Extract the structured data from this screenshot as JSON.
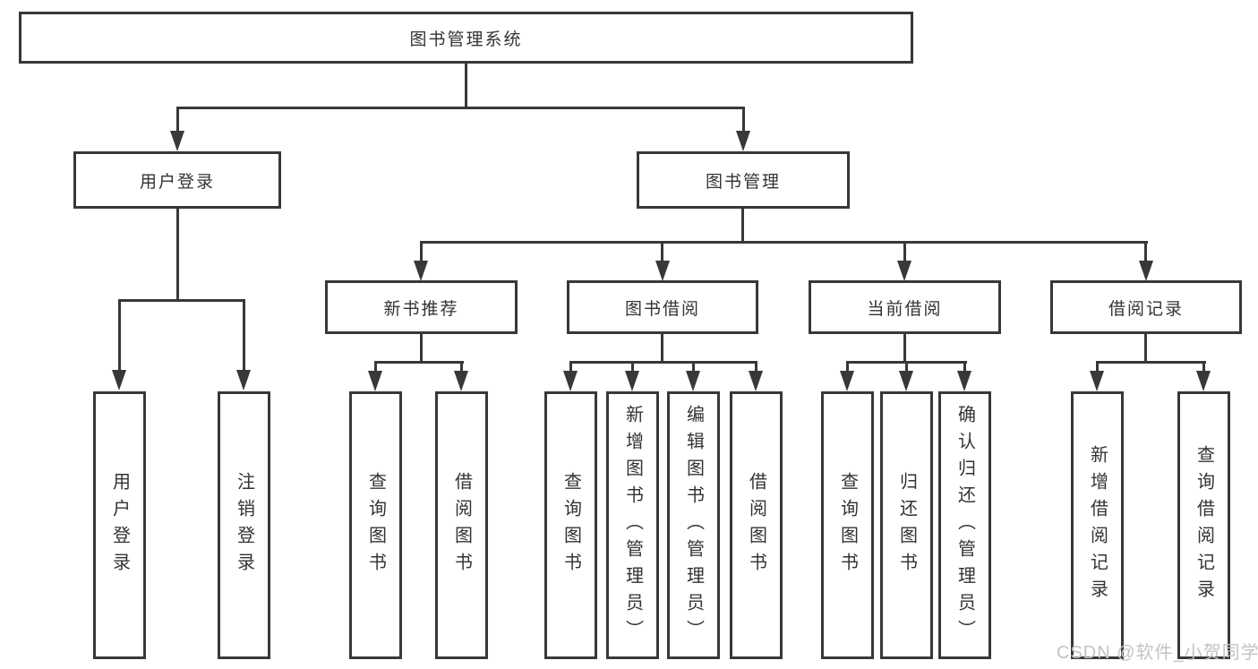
{
  "tree": {
    "root": {
      "label": "图书管理系统",
      "children": [
        {
          "label": "用户登录",
          "children": [
            {
              "label": "用户登录"
            },
            {
              "label": "注销登录"
            }
          ]
        },
        {
          "label": "图书管理",
          "children": [
            {
              "label": "新书推荐",
              "children": [
                {
                  "label": "查询图书"
                },
                {
                  "label": "借阅图书"
                }
              ]
            },
            {
              "label": "图书借阅",
              "children": [
                {
                  "label": "查询图书"
                },
                {
                  "label": "新增图书（管理员）"
                },
                {
                  "label": "编辑图书（管理员）"
                },
                {
                  "label": "借阅图书"
                }
              ]
            },
            {
              "label": "当前借阅",
              "children": [
                {
                  "label": "查询图书"
                },
                {
                  "label": "归还图书"
                },
                {
                  "label": "确认归还（管理员）"
                }
              ]
            },
            {
              "label": "借阅记录",
              "children": [
                {
                  "label": "新增借阅记录"
                },
                {
                  "label": "查询借阅记录"
                }
              ]
            }
          ]
        }
      ]
    }
  },
  "watermark": "CSDN @软件_小贺同学",
  "colors": {
    "line": "#383838",
    "box_border": "#383838",
    "text": "#333333",
    "background": "#ffffff",
    "watermark": "#c3c3c3"
  }
}
